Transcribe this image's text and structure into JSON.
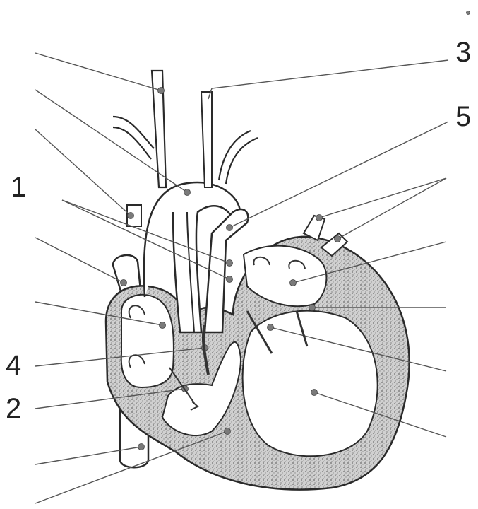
{
  "figure": {
    "labels": [
      {
        "id": "n1",
        "text": "1"
      },
      {
        "id": "n2",
        "text": "2"
      },
      {
        "id": "n3",
        "text": "3"
      },
      {
        "id": "n4",
        "text": "4"
      },
      {
        "id": "n5",
        "text": "5"
      }
    ]
  },
  "colors": {
    "outline": "#2a2a2a",
    "muscle": "#b9b9b9",
    "dot": "#7a7a7a",
    "leader": "#555555"
  }
}
